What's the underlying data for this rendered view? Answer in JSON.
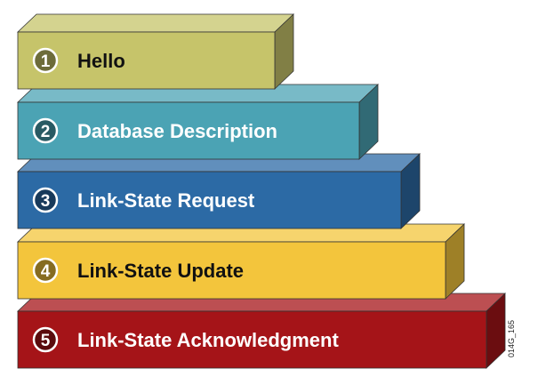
{
  "steps": [
    {
      "number": "1",
      "label": "Hello",
      "color": "#c6c46a",
      "text_color": "#111111"
    },
    {
      "number": "2",
      "label": "Database Description",
      "color": "#4ba3b4",
      "text_color": "#ffffff"
    },
    {
      "number": "3",
      "label": "Link-State Request",
      "color": "#2c6aa5",
      "text_color": "#ffffff"
    },
    {
      "number": "4",
      "label": "Link-State Update",
      "color": "#f3c53c",
      "text_color": "#111111"
    },
    {
      "number": "5",
      "label": "Link-State Acknowledgment",
      "color": "#a51418",
      "text_color": "#ffffff"
    }
  ],
  "figure_id": "014G_165"
}
